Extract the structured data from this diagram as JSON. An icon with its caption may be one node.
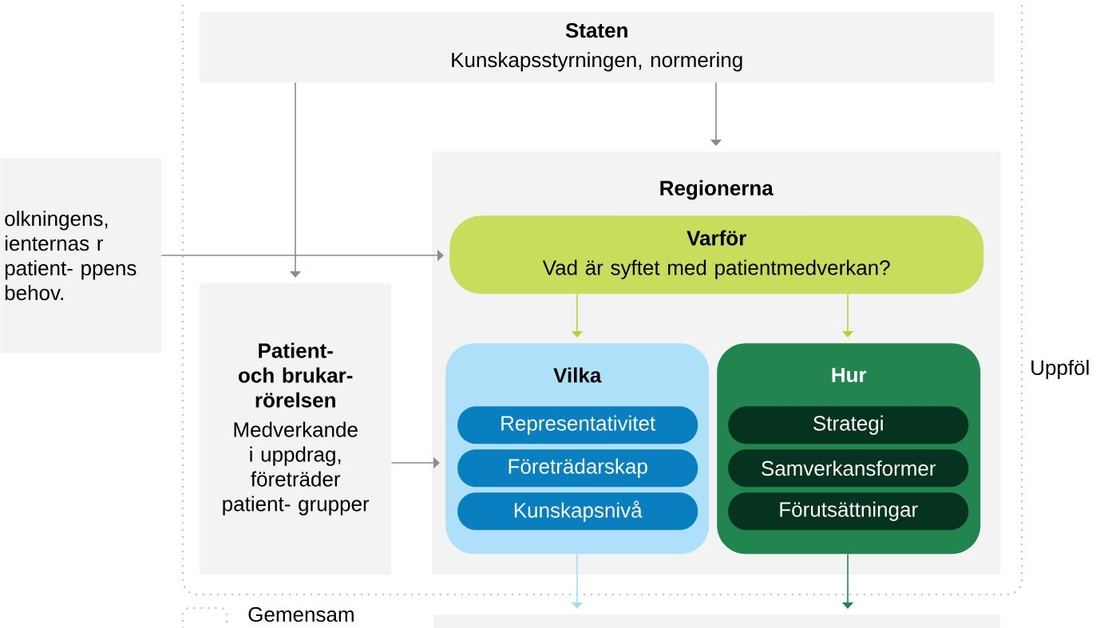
{
  "diagram": {
    "nodes": [
      {
        "text": [
          "Staten",
          "Kunskapsstyrningen, normering"
        ]
      },
      {
        "text": [
          "olkningens, ienternas r patient- ppens behov."
        ]
      },
      {
        "text": [
          "Patient- och brukar- rörelsen",
          "Medverkande i uppdrag, företräder patient- grupper"
        ]
      },
      {
        "text": [
          "Regionerna"
        ]
      },
      {
        "text": [
          "Varför",
          "Vad är syftet med patientmedverkan?"
        ],
        "in": 3
      },
      {
        "text": [
          "Vilka"
        ],
        "in": 3
      },
      {
        "text": [
          "Representativitet"
        ],
        "in": 5
      },
      {
        "text": [
          "Företrädarskap"
        ],
        "in": 5
      },
      {
        "text": [
          "Kunskapsnivå"
        ],
        "in": 5
      },
      {
        "text": [
          "Hur"
        ],
        "in": 3
      },
      {
        "text": [
          "Strategi"
        ],
        "in": 9
      },
      {
        "text": [
          "Samverkansformer"
        ],
        "in": 9
      },
      {
        "text": [
          "Förutsättningar"
        ],
        "in": 9
      },
      {
        "text": [],
        "shape": "box"
      }
    ],
    "edges": [
      {
        "from": 0,
        "to": 2,
        "arrow": "to"
      },
      {
        "from": 0,
        "to": 3,
        "arrow": "to"
      },
      {
        "from": 1,
        "to": 4,
        "arrow": "to"
      },
      {
        "from": 2,
        "to": 5,
        "arrow": "to"
      },
      {
        "from": 4,
        "to": 5,
        "arrow": "to",
        "color": "#b5d334"
      },
      {
        "from": 4,
        "to": 9,
        "arrow": "to",
        "color": "#b5d334"
      },
      {
        "from": 5,
        "to": 13,
        "arrow": "to",
        "color": "#a8dcf5"
      },
      {
        "from": 9,
        "to": 13,
        "arrow": "to",
        "color": "#22844f"
      }
    ],
    "labels": [
      "Uppföl"
    ],
    "legend": [
      {
        "text": "Gemensam"
      }
    ]
  }
}
